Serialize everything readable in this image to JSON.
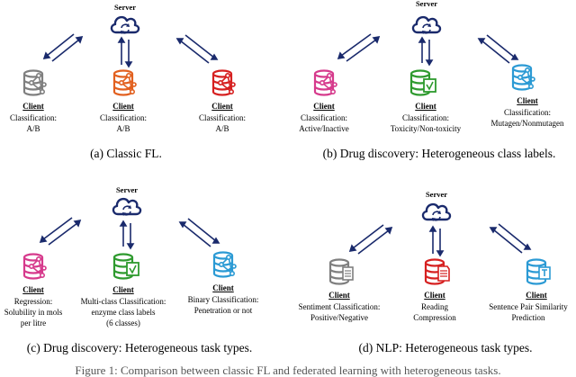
{
  "colors": {
    "navy": "#1a2a6c",
    "gray": "#7f7f7f",
    "orange": "#e2601f",
    "red": "#d62020",
    "magenta": "#d63a8c",
    "green": "#2e9a2e",
    "blue": "#2b9ad4"
  },
  "server_label": "Server",
  "client_label": "Client",
  "panels": {
    "a": {
      "caption": "(a) Classic FL.",
      "clients": [
        {
          "line1": "Classification:",
          "line2": "A/B"
        },
        {
          "line1": "Classification:",
          "line2": "A/B"
        },
        {
          "line1": "Classification:",
          "line2": "A/B"
        }
      ]
    },
    "b": {
      "caption": "(b) Drug discovery: Heterogeneous class labels.",
      "clients": [
        {
          "line1": "Classification:",
          "line2": "Active/Inactive"
        },
        {
          "line1": "Classification:",
          "line2": "Toxicity/Non-toxicity"
        },
        {
          "line1": "Classification:",
          "line2": "Mutagen/Nonmutagen"
        }
      ]
    },
    "c": {
      "caption": "(c) Drug discovery: Heterogeneous task types.",
      "clients": [
        {
          "line1": "Regression:",
          "line2": "Solubility in mols",
          "line3": "per litre"
        },
        {
          "line1": "Multi-class Classification:",
          "line2": "enzyme class labels",
          "line3": "(6 classes)"
        },
        {
          "line1": "Binary Classification:",
          "line2": "Penetration or not"
        }
      ]
    },
    "d": {
      "caption": "(d) NLP: Heterogeneous task types.",
      "clients": [
        {
          "line1": "Sentiment Classification:",
          "line2": "Positive/Negative"
        },
        {
          "line1": "Reading",
          "line2": "Compression"
        },
        {
          "line1": "Sentence Pair Similarity",
          "line2": "Prediction"
        }
      ]
    }
  },
  "footer_partial": "Figure 1: Comparison between classic FL and federated learning with heterogeneous tasks."
}
